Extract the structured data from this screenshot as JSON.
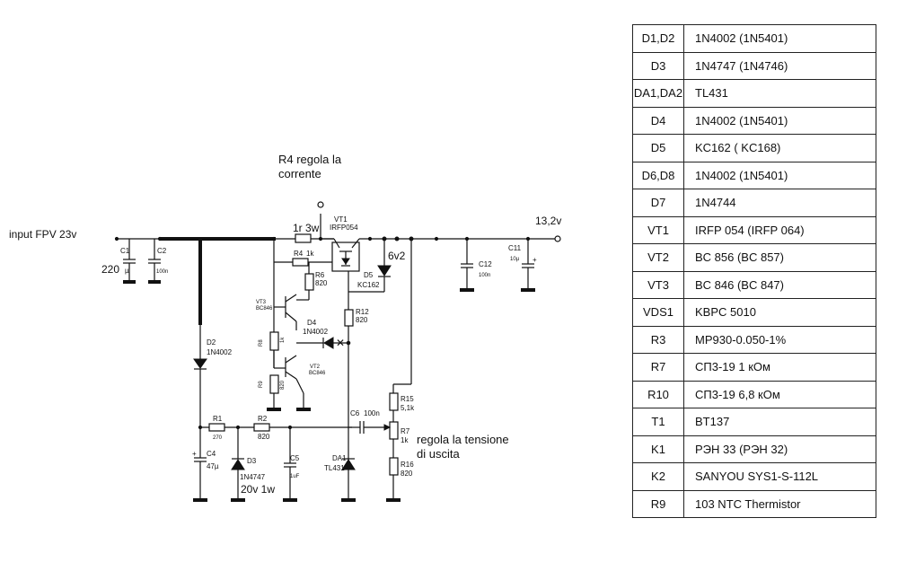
{
  "schematic": {
    "input_label": "input  FPV 23v",
    "output_voltage": "13,2v",
    "note_current": [
      "R4 regola la",
      "corrente"
    ],
    "note_voltage": [
      "regola la tensione",
      "di uscita"
    ],
    "v_220": "220",
    "label_1r3w": "1r 3w",
    "label_6v2": "6v2",
    "label_20v1w": "20v 1w",
    "c1": {
      "name": "C1",
      "value": "µ"
    },
    "c2": {
      "name": "C2",
      "value": "100n"
    },
    "vt1": {
      "name": "VT1",
      "value": "IRFP054"
    },
    "r4": {
      "name": "R4",
      "value": "1k"
    },
    "r6": {
      "name": "R6",
      "value": "820"
    },
    "d5": {
      "name": "D5",
      "value": "KC162"
    },
    "r12": {
      "name": "R12",
      "value": "820"
    },
    "c12": {
      "name": "C12",
      "value": "100n"
    },
    "c11": {
      "name": "C11",
      "value": "10µ"
    },
    "vt3": {
      "name": "VT3",
      "value": "BC846"
    },
    "vt2": {
      "name": "VT2",
      "value": "BC846"
    },
    "d4": {
      "name": "D4",
      "value": "1N4002"
    },
    "r_small_a": {
      "name": "R8",
      "value": "1k"
    },
    "r_small_b": {
      "name": "R9",
      "value": "820"
    },
    "d2": {
      "name": "D2",
      "value": "1N4002"
    },
    "r1": {
      "name": "R1",
      "value": "270"
    },
    "r2": {
      "name": "R2",
      "value": "820"
    },
    "c4": {
      "name": "C4",
      "value": "47µ"
    },
    "d3": {
      "name": "D3",
      "value": "1N4747"
    },
    "c5": {
      "name": "C5",
      "value": "1uF"
    },
    "c6": {
      "name": "C6",
      "value": "100n"
    },
    "r15": {
      "name": "R15",
      "value": "5,1k"
    },
    "r7": {
      "name": "R7",
      "value": "1k"
    },
    "da1": {
      "name": "DA1",
      "value": "TL431"
    },
    "r16": {
      "name": "R16",
      "value": "820"
    }
  },
  "bom": [
    {
      "ref": "D1,D2",
      "value": "1N4002 (1N5401)"
    },
    {
      "ref": "D3",
      "value": "1N4747 (1N4746)"
    },
    {
      "ref": "DA1,DA2",
      "value": "TL431"
    },
    {
      "ref": "D4",
      "value": "1N4002 (1N5401)"
    },
    {
      "ref": "D5",
      "value": "KC162 ( KC168)"
    },
    {
      "ref": "D6,D8",
      "value": "1N4002 (1N5401)"
    },
    {
      "ref": "D7",
      "value": "1N4744"
    },
    {
      "ref": "VT1",
      "value": "IRFP 054 (IRFP 064)"
    },
    {
      "ref": "VT2",
      "value": "BC 856 (BC 857)"
    },
    {
      "ref": "VT3",
      "value": "BC 846 (BC 847)"
    },
    {
      "ref": "VDS1",
      "value": "KBPC 5010"
    },
    {
      "ref": "R3",
      "value": "MP930-0.050-1%"
    },
    {
      "ref": "R7",
      "value": "СП3-19 1 кОм"
    },
    {
      "ref": "R10",
      "value": "СП3-19 6,8 кОм"
    },
    {
      "ref": "T1",
      "value": "BT137"
    },
    {
      "ref": "K1",
      "value": "РЭН 33 (РЭН 32)"
    },
    {
      "ref": "K2",
      "value": "SANYOU SYS1-S-112L"
    },
    {
      "ref": "R9",
      "value": "103 NTC Thermistor"
    }
  ]
}
